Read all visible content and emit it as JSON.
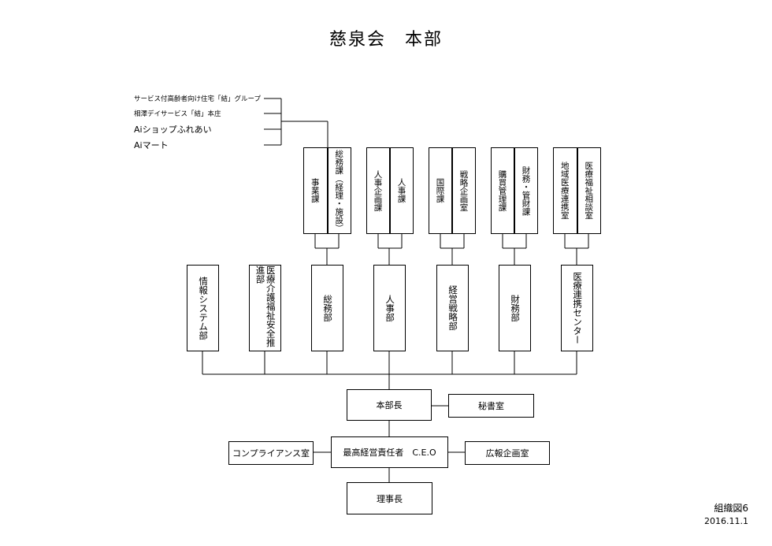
{
  "title": "慈泉会　本部",
  "side_groups": [
    "サービス付高齢者向け住宅「結」グループ",
    "相澤デイサービス「結」本庄",
    "Aiショップふれあい",
    "Aiマート"
  ],
  "sections": [
    {
      "left": "事業課",
      "right": "総務課（経理・施設）"
    },
    {
      "left": "人事企画課",
      "right": "人事課"
    },
    {
      "left": "国際課",
      "right": "戦略企画室"
    },
    {
      "left": "購買管理課",
      "right": "財務・管財課"
    },
    {
      "left": "地域医療連携室",
      "right": "医療福祉相談室"
    }
  ],
  "departments": [
    "情報システム部",
    "医療介護福祉安全推進部",
    "総務部",
    "人事部",
    "経営戦略部",
    "財務部",
    "医療連携センター"
  ],
  "head_office_manager": "本部長",
  "secretariat": "秘書室",
  "ceo": "最高経営責任者　C.E.O",
  "compliance": "コンプライアンス室",
  "pr_planning": "広報企画室",
  "chairman": "理事長",
  "figure_label": "組織図6",
  "date": "2016.11.1"
}
